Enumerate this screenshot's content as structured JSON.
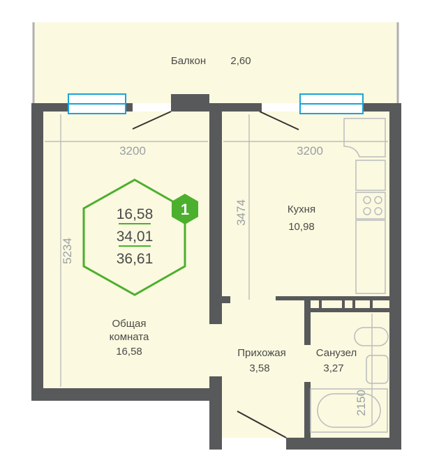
{
  "rooms": {
    "balcony": {
      "name": "Балкон",
      "area": "2,60"
    },
    "living": {
      "name_line1": "Общая",
      "name_line2": "комната",
      "area": "16,58"
    },
    "kitchen": {
      "name": "Кухня",
      "area": "10,98"
    },
    "hallway": {
      "name": "Прихожая",
      "area": "3,58"
    },
    "bathroom": {
      "name": "Санузел",
      "area": "3,27"
    }
  },
  "badge": {
    "number": "1",
    "living_area": "16,58",
    "total_area": "34,01",
    "total_with_balcony": "36,61"
  },
  "dimensions": {
    "living_width": "3200",
    "kitchen_width": "3200",
    "living_depth": "5234",
    "kitchen_depth": "3474",
    "bath_depth": "2150"
  },
  "colors": {
    "floor": "#fbf9df",
    "wall": "#58595b",
    "accent": "#4caf2e",
    "window": "#1aa3dc"
  }
}
